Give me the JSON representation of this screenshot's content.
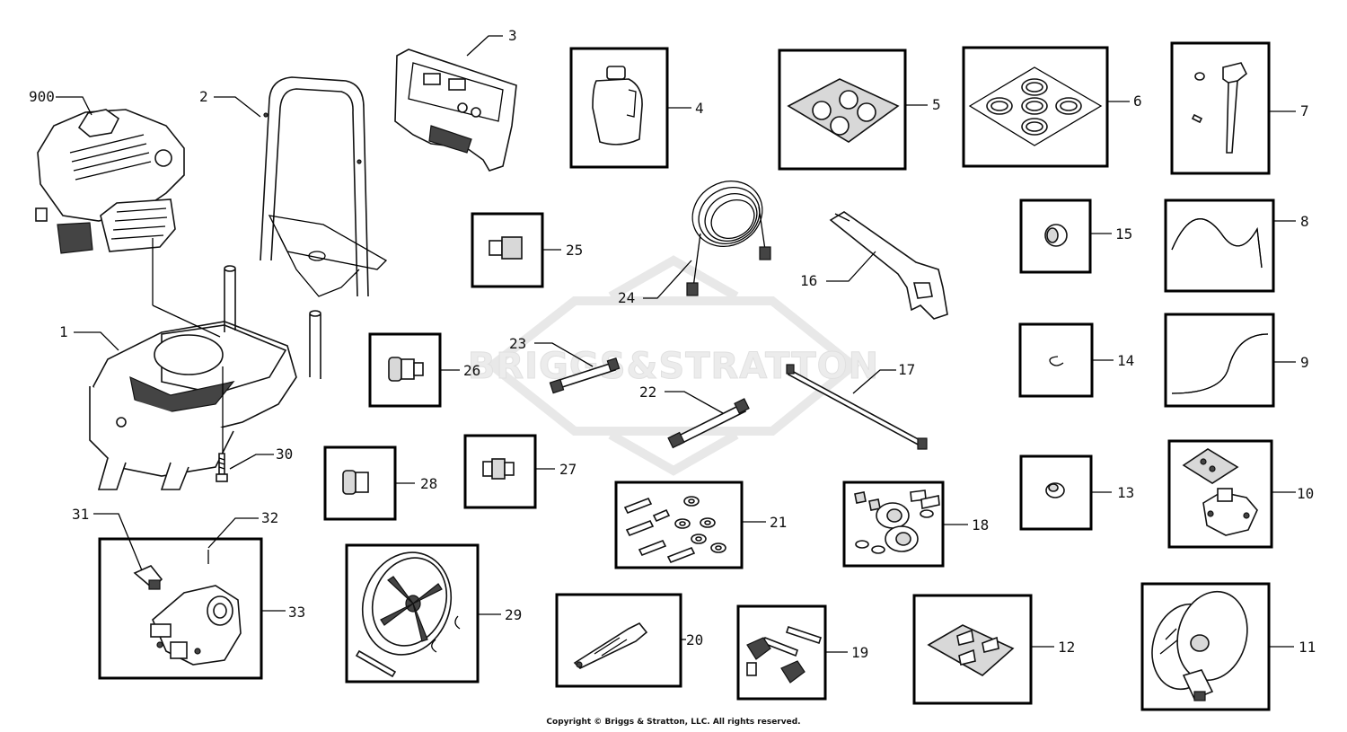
{
  "watermark": "BRIGGS&STRATTON",
  "copyright": "Copyright © Briggs & Stratton, LLC. All rights reserved.",
  "callouts": {
    "p900": "900",
    "p1": "1",
    "p2": "2",
    "p3": "3",
    "p4": "4",
    "p5": "5",
    "p6": "6",
    "p7": "7",
    "p8": "8",
    "p9": "9",
    "p10": "10",
    "p11": "11",
    "p12": "12",
    "p13": "13",
    "p14": "14",
    "p15": "15",
    "p16": "16",
    "p17": "17",
    "p18": "18",
    "p19": "19",
    "p20": "20",
    "p21": "21",
    "p22": "22",
    "p23": "23",
    "p24": "24",
    "p25": "25",
    "p26": "26",
    "p27": "27",
    "p28": "28",
    "p29": "29",
    "p30": "30",
    "p31": "31",
    "p32": "32",
    "p33": "33"
  }
}
